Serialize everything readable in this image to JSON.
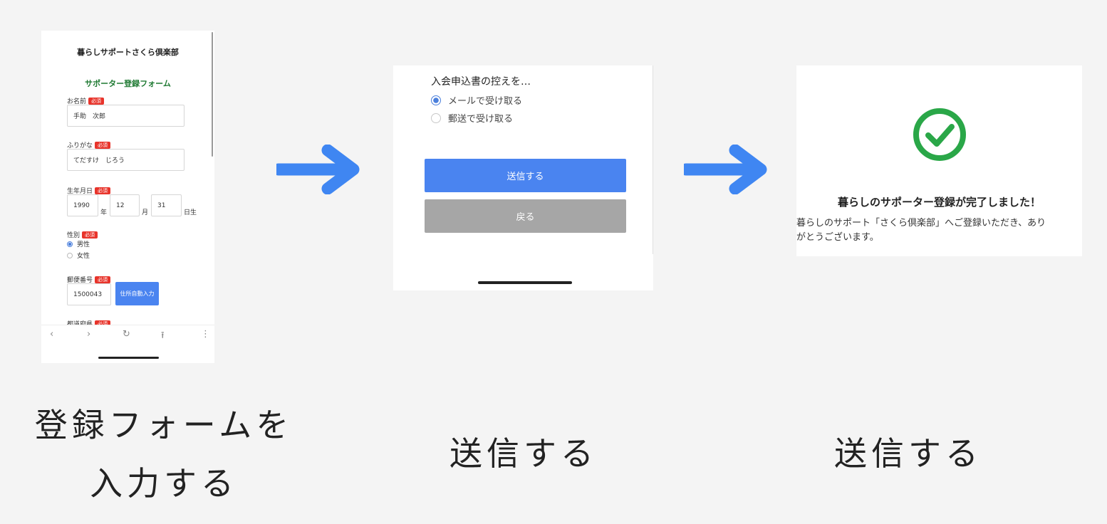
{
  "step1": {
    "app_title": "暮らしサポートさくら倶楽部",
    "form_title": "サポーター登録フォーム",
    "required_badge": "必須",
    "name_label": "お名前",
    "name_value": "手助　次郎",
    "kana_label": "ふりがな",
    "kana_value": "てだすけ　じろう",
    "birth_label": "生年月日",
    "birth_year": "1990",
    "year_suffix": "年",
    "birth_month": "12",
    "month_suffix": "月",
    "birth_day": "31",
    "day_suffix": "日生",
    "gender_label": "性別",
    "gender_male": "男性",
    "gender_female": "女性",
    "zip_label": "郵便番号",
    "zip_value": "1500043",
    "zip_button": "住所自動入力",
    "pref_label": "都道府県",
    "caption_line1": "登録フォームを",
    "caption_line2": "入力する"
  },
  "step2": {
    "question": "入会申込書の控えを…",
    "option_mail": "メールで受け取る",
    "option_post": "郵送で受け取る",
    "submit_button": "送信する",
    "back_button": "戻る",
    "caption": "送信する"
  },
  "step3": {
    "title": "暮らしのサポーター登録が完了しました！",
    "message": "暮らしのサポート「さくら倶楽部」へご登録いただき、ありがとうございます。",
    "caption": "送信する"
  },
  "colors": {
    "page_bg": "#f4f4f4",
    "arrow": "#3f86f2",
    "primary_button": "#4a84f0",
    "back_button": "#a6a6a6",
    "success": "#2aa748",
    "required_badge": "#e8342b",
    "form_title": "#1f7a33"
  },
  "icons": [
    "back-icon",
    "forward-icon",
    "reload-icon",
    "share-icon",
    "more-icon",
    "arrow-right-icon",
    "check-circle-icon"
  ]
}
